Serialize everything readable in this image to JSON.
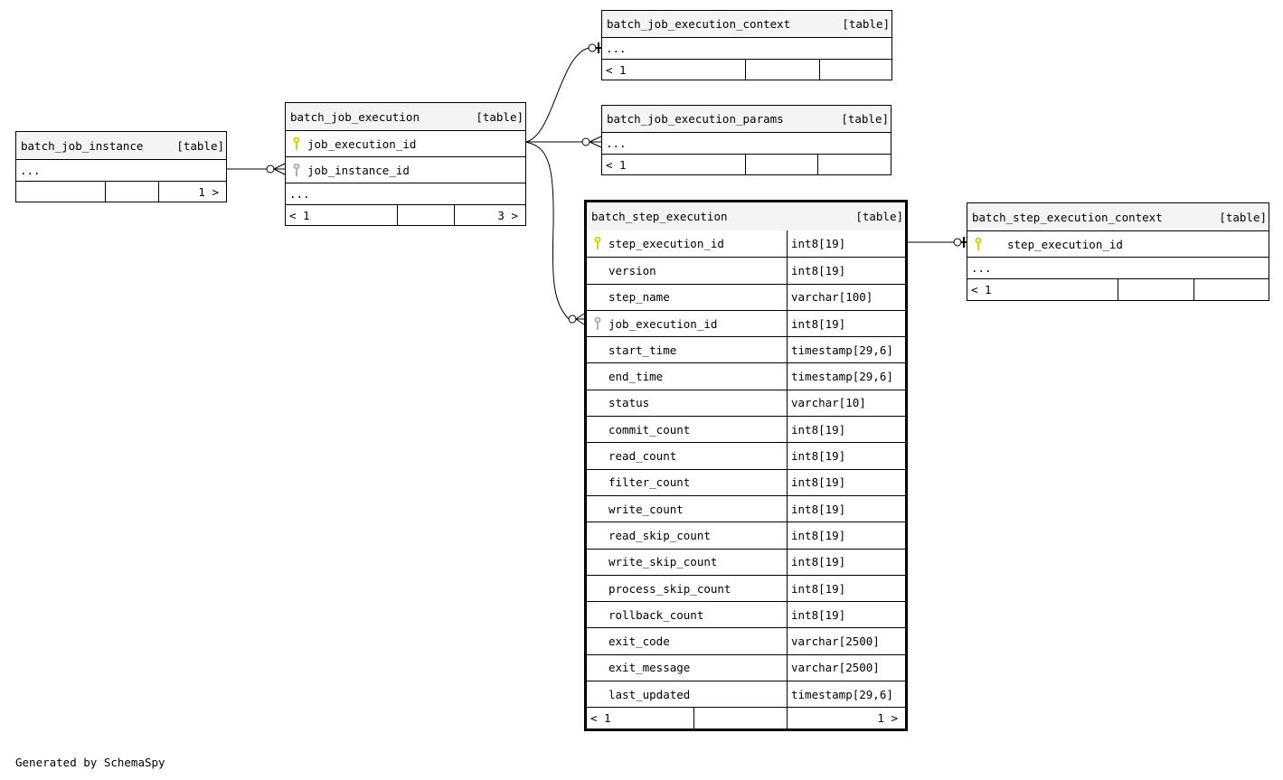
{
  "tag": "[table]",
  "ellipsis": "...",
  "tables": {
    "instance": {
      "name": "batch_job_instance",
      "footer": [
        "",
        "",
        "1 >"
      ]
    },
    "execution": {
      "name": "batch_job_execution",
      "columns": [
        "job_execution_id",
        "job_instance_id"
      ],
      "footer": [
        "< 1",
        "",
        "3 >"
      ]
    },
    "context": {
      "name": "batch_job_execution_context",
      "footer": [
        "< 1",
        "",
        ""
      ]
    },
    "params": {
      "name": "batch_job_execution_params",
      "footer": [
        "< 1",
        "",
        ""
      ]
    },
    "step": {
      "name": "batch_step_execution",
      "columns": [
        {
          "name": "step_execution_id",
          "type": "int8[19]",
          "key": "primary"
        },
        {
          "name": "version",
          "type": "int8[19]",
          "key": ""
        },
        {
          "name": "step_name",
          "type": "varchar[100]",
          "key": ""
        },
        {
          "name": "job_execution_id",
          "type": "int8[19]",
          "key": "foreign"
        },
        {
          "name": "start_time",
          "type": "timestamp[29,6]",
          "key": ""
        },
        {
          "name": "end_time",
          "type": "timestamp[29,6]",
          "key": ""
        },
        {
          "name": "status",
          "type": "varchar[10]",
          "key": ""
        },
        {
          "name": "commit_count",
          "type": "int8[19]",
          "key": ""
        },
        {
          "name": "read_count",
          "type": "int8[19]",
          "key": ""
        },
        {
          "name": "filter_count",
          "type": "int8[19]",
          "key": ""
        },
        {
          "name": "write_count",
          "type": "int8[19]",
          "key": ""
        },
        {
          "name": "read_skip_count",
          "type": "int8[19]",
          "key": ""
        },
        {
          "name": "write_skip_count",
          "type": "int8[19]",
          "key": ""
        },
        {
          "name": "process_skip_count",
          "type": "int8[19]",
          "key": ""
        },
        {
          "name": "rollback_count",
          "type": "int8[19]",
          "key": ""
        },
        {
          "name": "exit_code",
          "type": "varchar[2500]",
          "key": ""
        },
        {
          "name": "exit_message",
          "type": "varchar[2500]",
          "key": ""
        },
        {
          "name": "last_updated",
          "type": "timestamp[29,6]",
          "key": ""
        }
      ],
      "footer": [
        "< 1",
        "",
        "1 >"
      ]
    },
    "step_context": {
      "name": "batch_step_execution_context",
      "columns": [
        "step_execution_id"
      ],
      "footer": [
        "< 1",
        "",
        ""
      ]
    }
  },
  "colors": {
    "primary_key": "#d4d400",
    "foreign_key": "#b0b0b0",
    "header_bg": "#f4f4f4"
  },
  "generated_by": "Generated by SchemaSpy"
}
